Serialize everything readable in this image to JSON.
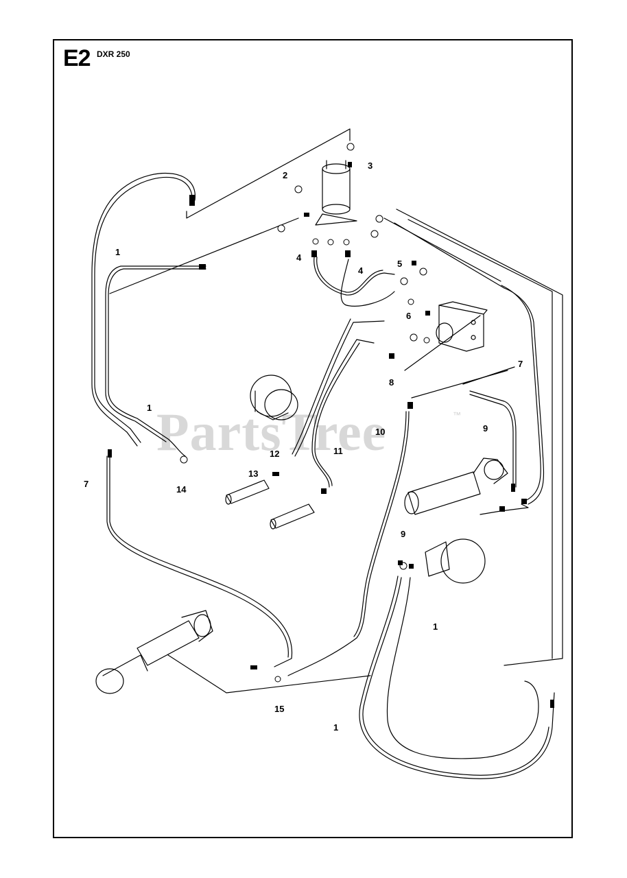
{
  "header": {
    "page_code": "E2",
    "model": "DXR 250"
  },
  "watermark": {
    "text": "PartsTree",
    "trademark": "™"
  },
  "colors": {
    "line": "#000000",
    "watermark": "#d8d8d8",
    "background": "#ffffff"
  },
  "callouts": [
    "1",
    "2",
    "3",
    "4",
    "4",
    "5",
    "6",
    "7",
    "8",
    "1",
    "7",
    "9",
    "10",
    "11",
    "12",
    "13",
    "14",
    "9",
    "1",
    "15",
    "1"
  ]
}
